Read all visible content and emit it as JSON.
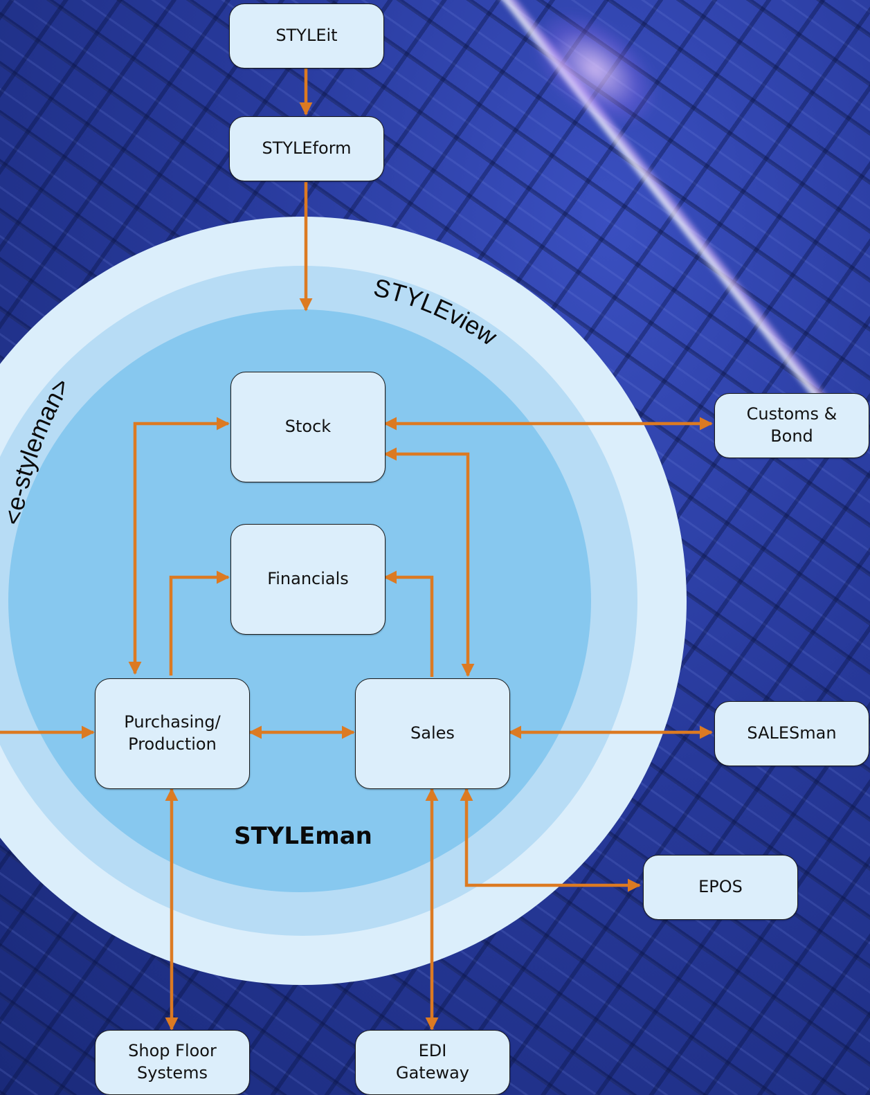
{
  "nodes": {
    "styleit": "STYLEit",
    "styleform": "STYLEform",
    "stock": "Stock",
    "financials": "Financials",
    "purchasing": "Purchasing/\nProduction",
    "sales": "Sales",
    "customs": "Customs &\nBond",
    "salesman": "SALESman",
    "epos": "EPOS",
    "shop_floor": "Shop Floor\nSystems",
    "edi": "EDI\nGateway"
  },
  "rings": {
    "outer": "<e-styleman>",
    "middle": "STYLEview",
    "inner": "STYLEman"
  },
  "colors": {
    "background": "#243a96",
    "ring_outer": "#dbeefb",
    "ring_middle": "#b7dcf5",
    "ring_inner": "#87c8ef",
    "node_fill": "#dceefb",
    "arrow": "#dc7a22"
  }
}
